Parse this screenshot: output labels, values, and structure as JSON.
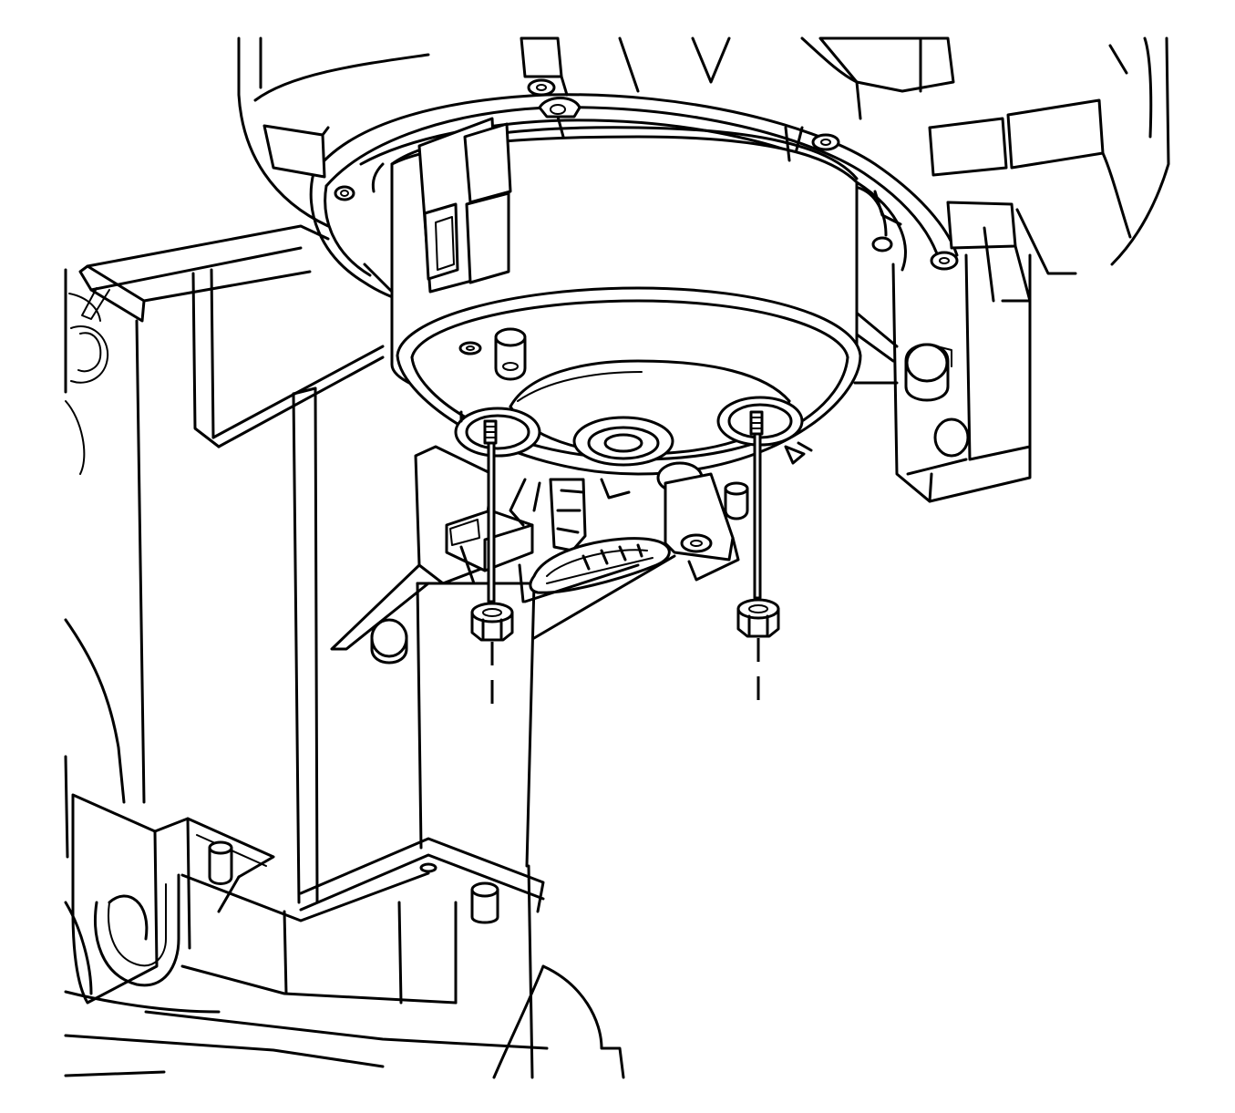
{
  "figure": {
    "kind": "service-manual line illustration",
    "components": [
      {
        "name": "blower-motor-housing",
        "role": "upper cylindrical housing with mounting flange"
      },
      {
        "name": "blower-motor",
        "role": "cylindrical motor body with bottom cover plate"
      },
      {
        "name": "mounting-studs",
        "count": 2
      },
      {
        "name": "hex-nuts",
        "count": 2
      },
      {
        "name": "hvac-module-case",
        "role": "lower case, ducts and brackets"
      }
    ],
    "colors": {
      "line": "#000000",
      "background": "#ffffff"
    }
  }
}
